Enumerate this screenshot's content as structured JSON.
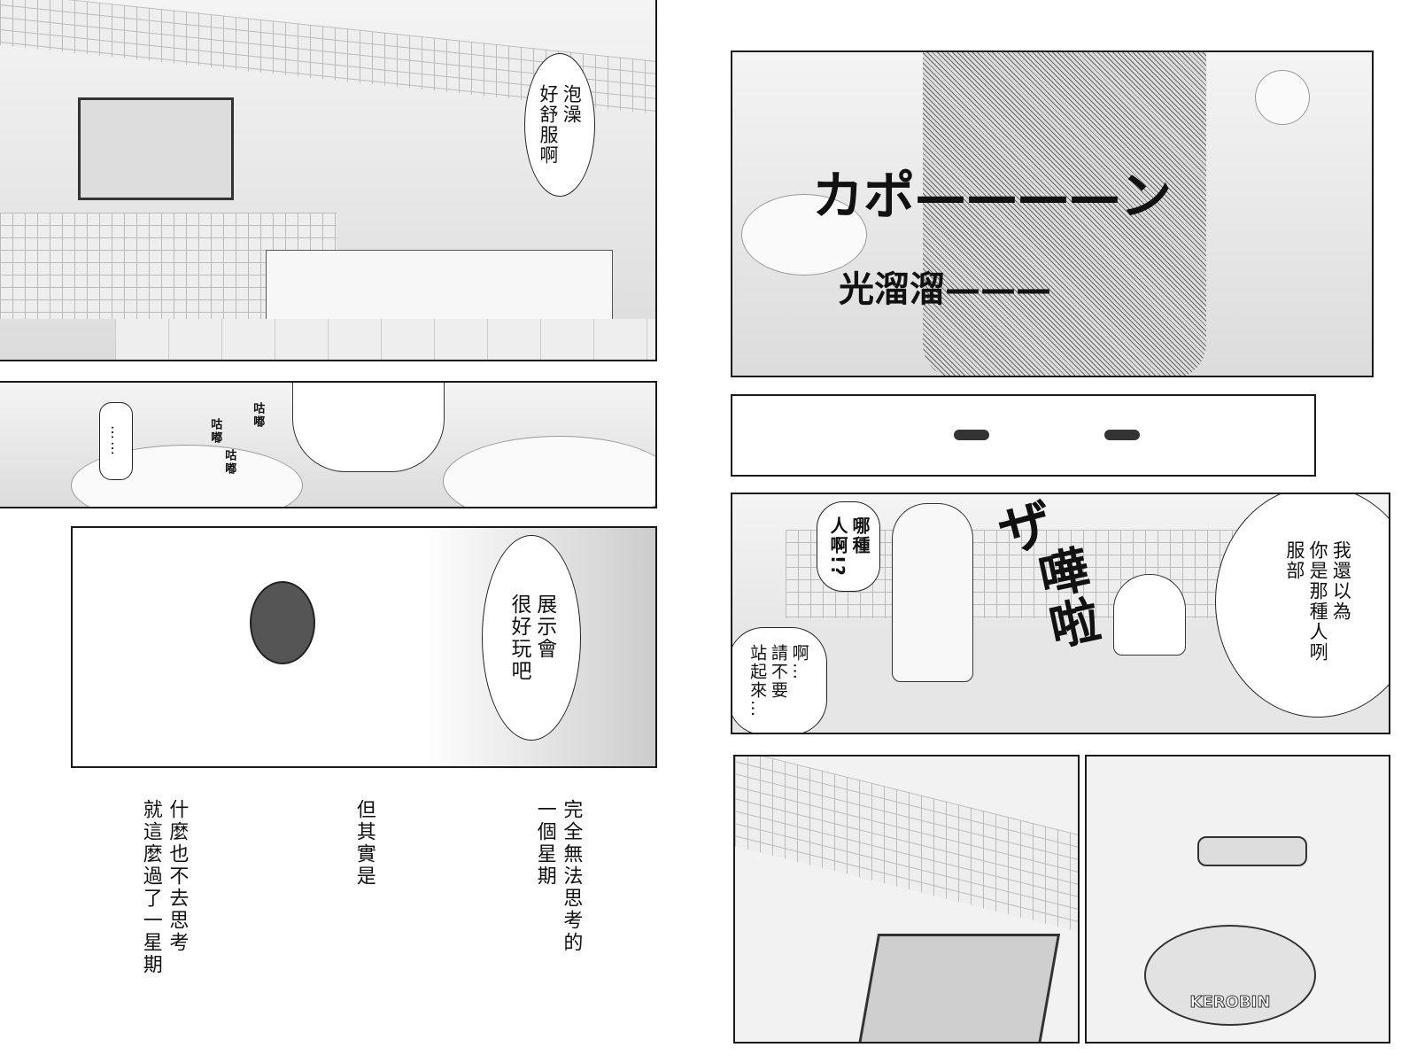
{
  "left_page": {
    "panel1": {
      "bubble": "泡澡\n好舒服啊"
    },
    "panel2": {
      "bubble": "……",
      "sfx": [
        "咕嘟",
        "咕嘟",
        "咕嘟"
      ]
    },
    "panel3": {
      "bubble": "展示會\n很好玩吧"
    },
    "narration": [
      "完全無法思考的\n一個星期",
      "但其實是",
      "什麼也不去思考\n就這麼過了一星期"
    ]
  },
  "right_page": {
    "panel4": {
      "sfx_top": "カポ————ン",
      "sfx_bottom": "光溜溜———"
    },
    "panel6": {
      "bubble_left_top": "哪種\n人啊!?",
      "bubble_left_bottom": "啊…\n請不要\n站起來…",
      "bubble_right": "我還以為\n你是那種人咧\n服部",
      "sfx_splash": "嘩啦",
      "sfx_za": "ザ"
    },
    "panel8": {
      "basin_label": "KEROBIN"
    }
  }
}
